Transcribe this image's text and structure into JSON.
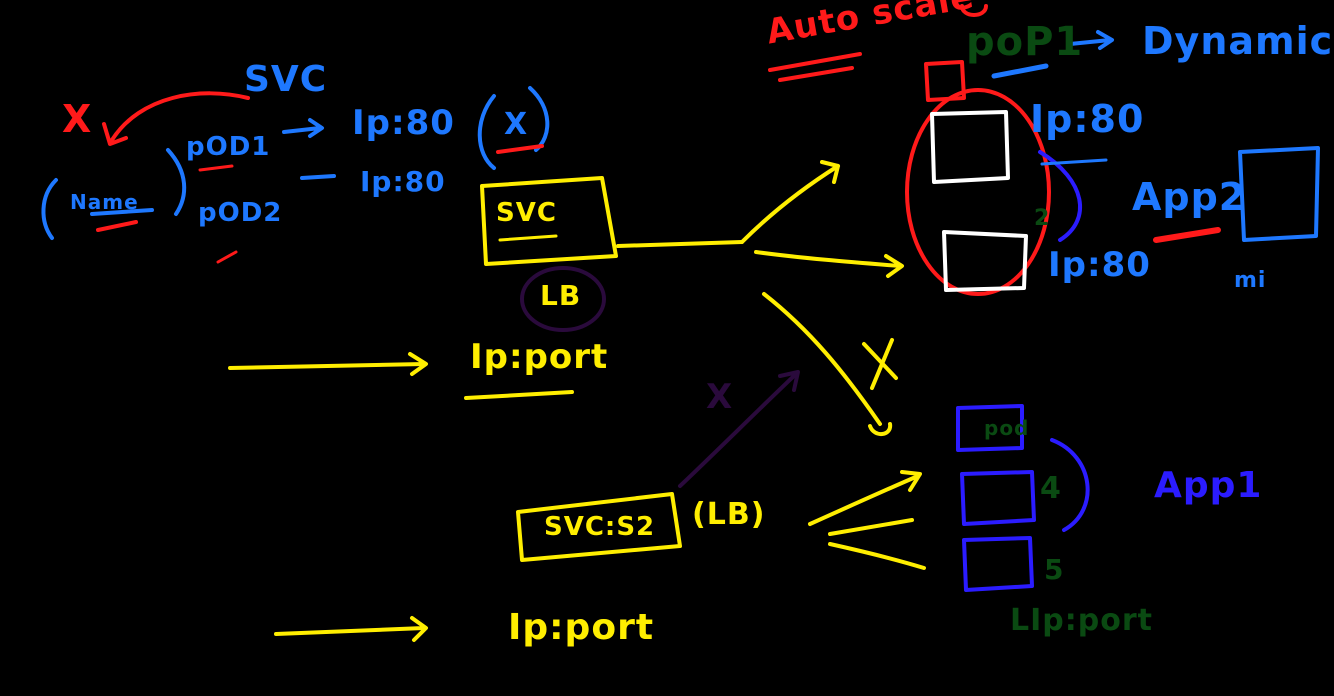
{
  "colors": {
    "background": "#000000",
    "blue": "#1e78ff",
    "red": "#ff1a1a",
    "yellow": "#ffee00",
    "white": "#ffffff",
    "purple": "#2a0a3c",
    "indigo": "#2b1cff",
    "green": "#0a4a12"
  },
  "labels": {
    "svc_top": "SVC",
    "cross_left": "X",
    "pod1": "pOD1",
    "pod2": "pOD2",
    "name": "Name",
    "ip80_a": "Ip:80",
    "ip80_b": "Ip:80",
    "cross_paren": "X",
    "svc_box": "SVC",
    "lb_circle": "LB",
    "ip_port_mid": "Ip:port",
    "autoscale": "Auto scale",
    "pop1": "poP1",
    "dynamic": "Dynamic",
    "ip80_right_top": "Ip:80",
    "count_2": "2",
    "ip80_right_bottom": "Ip:80",
    "app2": "App2",
    "mi": "mi",
    "cross_mid": "X",
    "cross_purple": "X",
    "svc_s2": "SVC:S2",
    "lb_paren": "(LB)",
    "ip_port_bottom": "Ip:port",
    "pod_small": "pod",
    "count_4": "4",
    "count_5": "5",
    "app1": "App1",
    "lip_port": "LIp:port"
  }
}
